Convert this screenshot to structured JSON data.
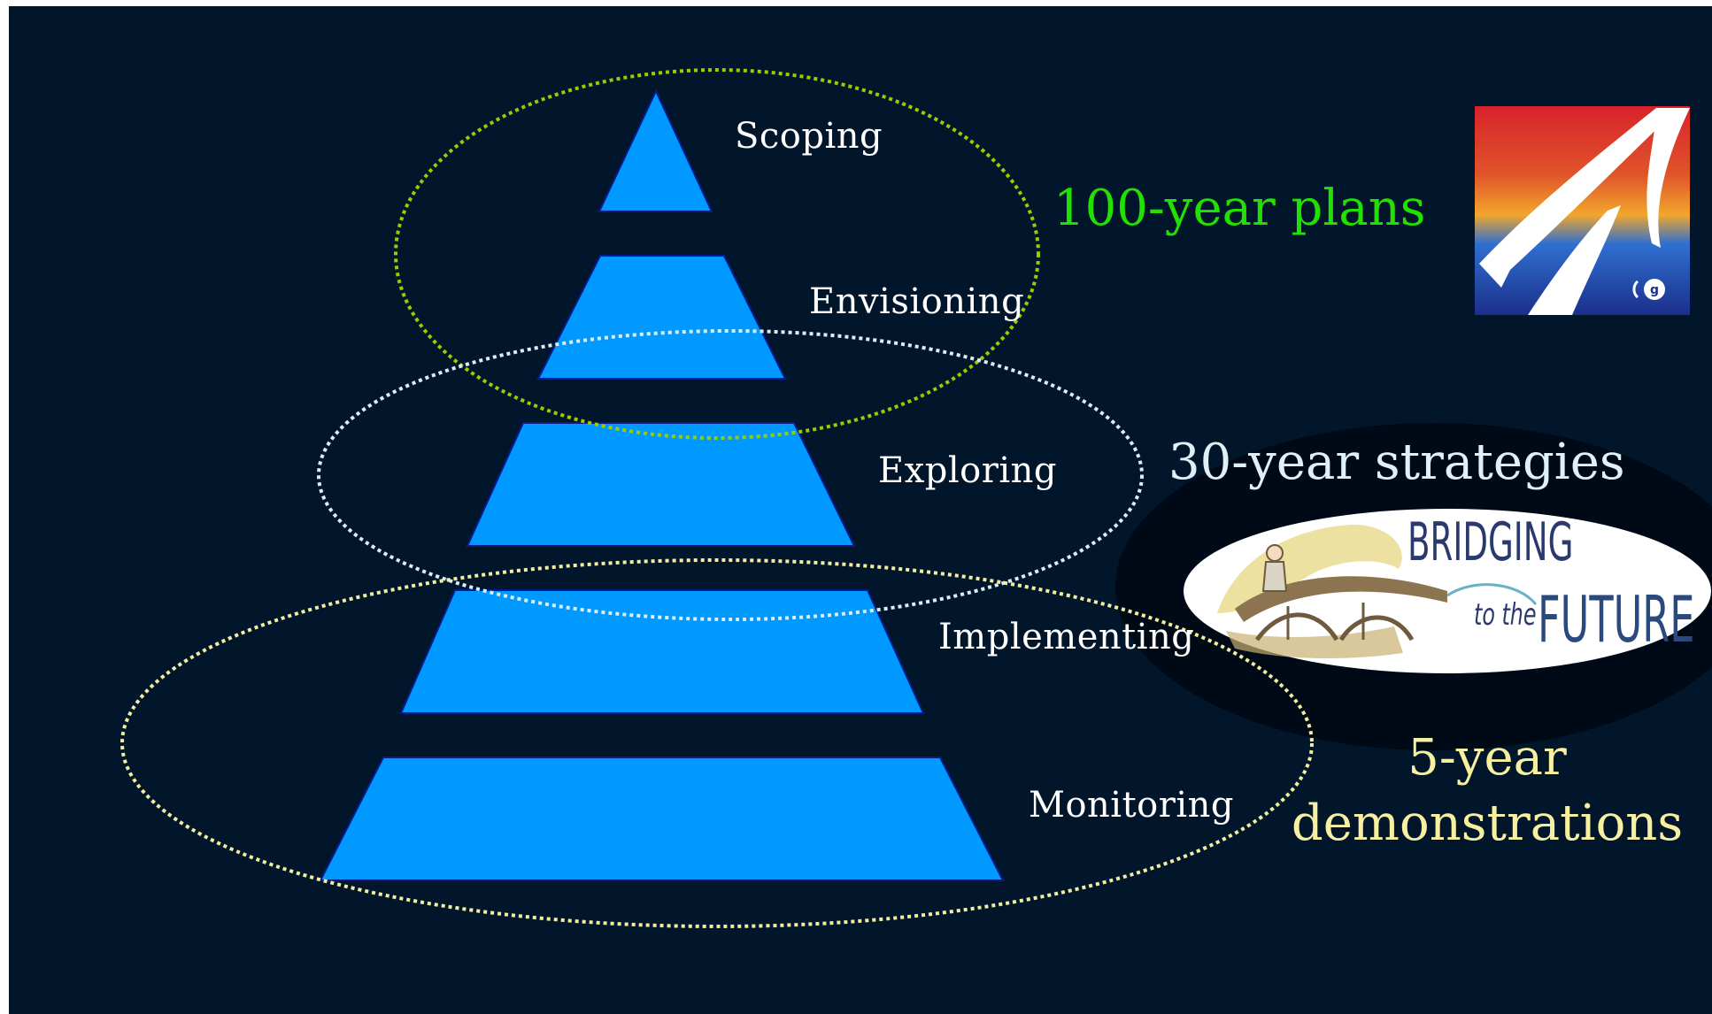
{
  "diagram": {
    "stages": [
      {
        "label": "Scoping"
      },
      {
        "label": "Envisioning"
      },
      {
        "label": "Exploring"
      },
      {
        "label": "Implementing"
      },
      {
        "label": "Monitoring"
      }
    ],
    "horizons": [
      {
        "label": "100-year plans",
        "color": "#22e000",
        "ring_color": "#9ccc00"
      },
      {
        "label": "30-year strategies",
        "color": "#dff0f7",
        "ring_color": "#d9eef7"
      },
      {
        "label_line1": "5-year",
        "label_line2": "demonstrations",
        "color": "#f7f0a0",
        "ring_color": "#f2eea0"
      }
    ],
    "pyramid_color": "#0099ff",
    "background_color": "#02162b"
  },
  "bridging_logo": {
    "word1": "BRIDGING",
    "word2": "to the",
    "word3": "FUTURE"
  }
}
